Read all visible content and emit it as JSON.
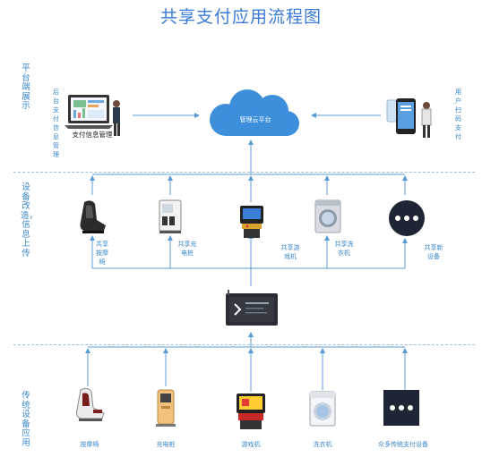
{
  "title": "共享支付应用流程图",
  "sections": {
    "platform": "平台端展示",
    "device": "设备改造，信息上传",
    "traditional": "传统设备应用"
  },
  "platform": {
    "backend_label": "后台支付信息管理",
    "screen_caption": "支付信息管理",
    "cloud_label": "管理云平台",
    "user_label": "用户扫码支付"
  },
  "shared_devices": [
    {
      "label": "共享按摩椅",
      "icon": "massage-chair-icon"
    },
    {
      "label": "共享充电桩",
      "icon": "charging-pile-icon"
    },
    {
      "label": "共享游戏机",
      "icon": "arcade-machine-icon"
    },
    {
      "label": "共享洗衣机",
      "icon": "washing-machine-icon"
    },
    {
      "label": "共享新设备",
      "icon": "more-dots-icon"
    }
  ],
  "traditional_devices": [
    {
      "label": "按摩椅",
      "icon": "massage-chair-icon"
    },
    {
      "label": "充电桩",
      "icon": "charging-pile-icon"
    },
    {
      "label": "游戏机",
      "icon": "arcade-machine-icon"
    },
    {
      "label": "洗衣机",
      "icon": "washing-machine-icon"
    },
    {
      "label": "众多传统支付设备",
      "icon": "more-dots-icon"
    }
  ],
  "colors": {
    "accent": "#3a86c8",
    "line": "#5b9bd5",
    "cloud": "#3d8fdc"
  }
}
